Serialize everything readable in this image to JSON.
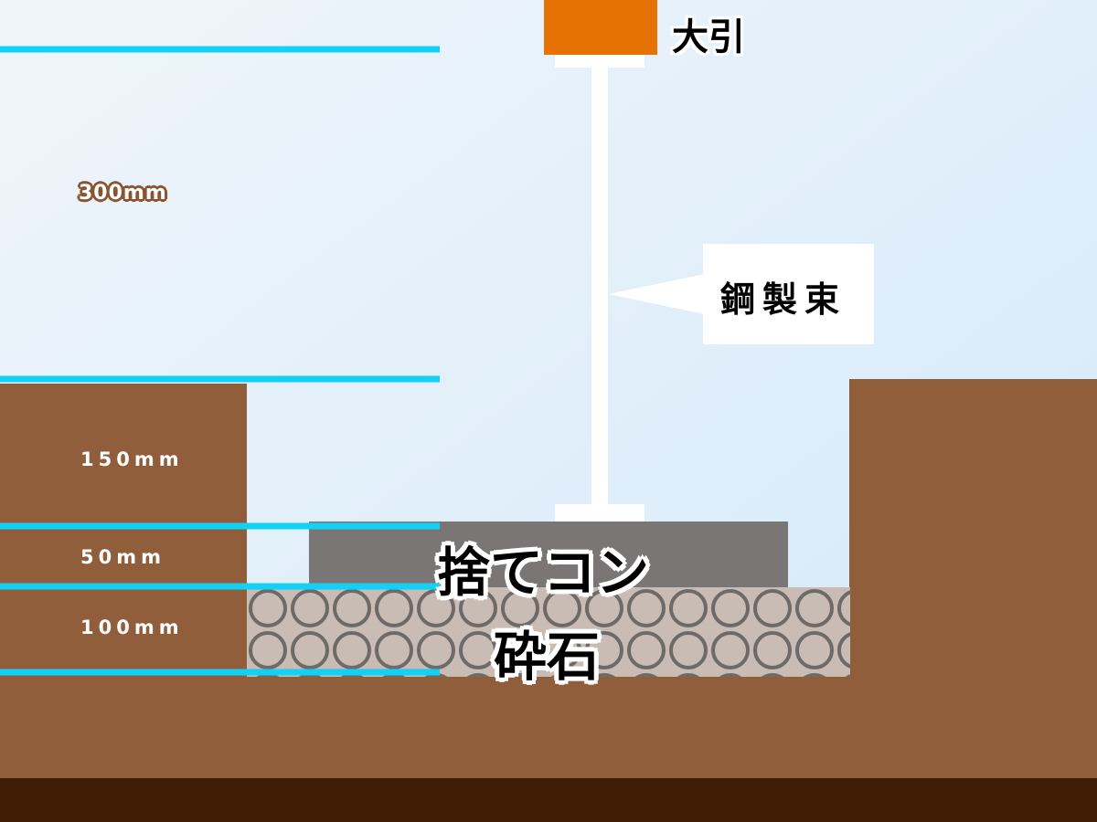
{
  "diagram": {
    "labels": {
      "beam": "大引",
      "post": "鋼製束",
      "concrete": "捨てコン",
      "gravel": "砕石"
    },
    "dimensions": [
      {
        "key": "d300",
        "text": "300mm"
      },
      {
        "key": "d150",
        "text": "150mm"
      },
      {
        "key": "d50",
        "text": "50mm"
      },
      {
        "key": "d100",
        "text": "100mm"
      }
    ],
    "colors": {
      "sky_top": "#eef4fa",
      "sky_bottom": "#d6ebfa",
      "soil": "#915e3c",
      "deep_soil": "#3f1d04",
      "beam": "#e67105",
      "concrete": "#7a7676",
      "gravel": "#c8bcb5",
      "gravel_ring": "#6e6a68",
      "post": "#ffffff",
      "dimension_line": "#13d1f5"
    }
  }
}
